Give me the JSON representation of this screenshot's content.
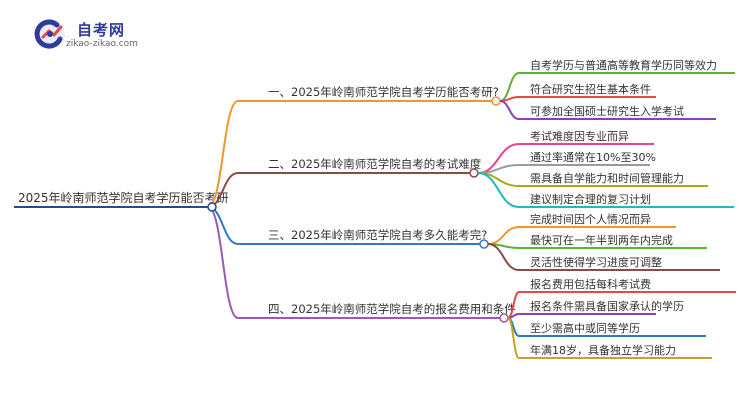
{
  "brand": {
    "name": "自考网",
    "url": "zikao-zikao.com"
  },
  "mindmap": {
    "root": {
      "label": "2025年岭南师范学院自考学历能否考研",
      "color": "#1f4f8f"
    },
    "branches": [
      {
        "label": "一、2025年岭南师范学院自考学历能否考研?",
        "color": "#f0962d",
        "leaves": [
          {
            "label": "自考学历与普通高等教育学历同等效力",
            "color": "#5bb233"
          },
          {
            "label": "符合研究生招生基本条件",
            "color": "#e24a4a"
          },
          {
            "label": "可参加全国硕士研究生入学考试",
            "color": "#8e3fb8"
          }
        ]
      },
      {
        "label": "二、2025年岭南师范学院自考的考试难度",
        "color": "#8a4b42",
        "leaves": [
          {
            "label": "考试难度因专业而异",
            "color": "#e8409b"
          },
          {
            "label": "通过率通常在10%至30%",
            "color": "#9a9a9a"
          },
          {
            "label": "需具备自学能力和时间管理能力",
            "color": "#a8a81a"
          },
          {
            "label": "建议制定合理的复习计划",
            "color": "#1fb8c4"
          }
        ]
      },
      {
        "label": "三、2025年岭南师范学院自考多久能考完?",
        "color": "#2e7bbf",
        "leaves": [
          {
            "label": "完成时间因个人情况而异",
            "color": "#f0962d"
          },
          {
            "label": "最快可在一年半到两年内完成",
            "color": "#5bb233"
          },
          {
            "label": "灵活性使得学习进度可调整",
            "color": "#8a4b42"
          }
        ]
      },
      {
        "label": "四、2025年岭南师范学院自考的报名费用和条件",
        "color": "#9b59b6",
        "leaves": [
          {
            "label": "报名费用包括每科考试费",
            "color": "#e24a4a"
          },
          {
            "label": "报名条件需具备国家承认的学历",
            "color": "#8e3fb8"
          },
          {
            "label": "至少需高中或同等学历",
            "color": "#2e7bbf"
          },
          {
            "label": "年满18岁，具备独立学习能力",
            "color": "#c9a227"
          }
        ]
      }
    ]
  }
}
